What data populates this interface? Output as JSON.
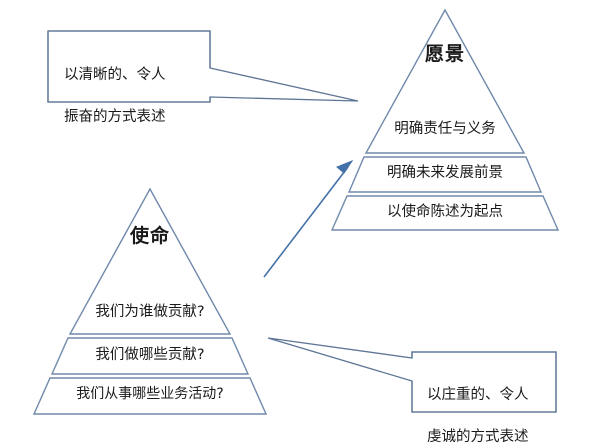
{
  "diagram": {
    "type": "two-pyramid-relationship",
    "background_color": "#ffffff",
    "stroke_color": "#7089ab",
    "arrow_color": "#4472a8",
    "text_color": "#1a1a1a"
  },
  "vision_pyramid": {
    "title": "愿景",
    "tiers": [
      {
        "label": "明确责任与义务"
      },
      {
        "label": "明确未来发展前景"
      },
      {
        "label": "以使命陈述为起点"
      }
    ]
  },
  "mission_pyramid": {
    "title": "使命",
    "tiers": [
      {
        "label": "我们为谁做贡献?"
      },
      {
        "label": "我们做哪些贡献?"
      },
      {
        "label": "我们从事哪些业务活动?"
      }
    ]
  },
  "callouts": [
    {
      "id": "vision-callout",
      "line1": "以清晰的、令人",
      "line2": "振奋的方式表述",
      "points_to": "愿景"
    },
    {
      "id": "mission-callout",
      "line1": "以庄重的、令人",
      "line2": "虔诚的方式表述",
      "points_to": "使命"
    }
  ],
  "connector": {
    "name": "mission-to-vision-arrow",
    "direction": "mission → vision"
  }
}
